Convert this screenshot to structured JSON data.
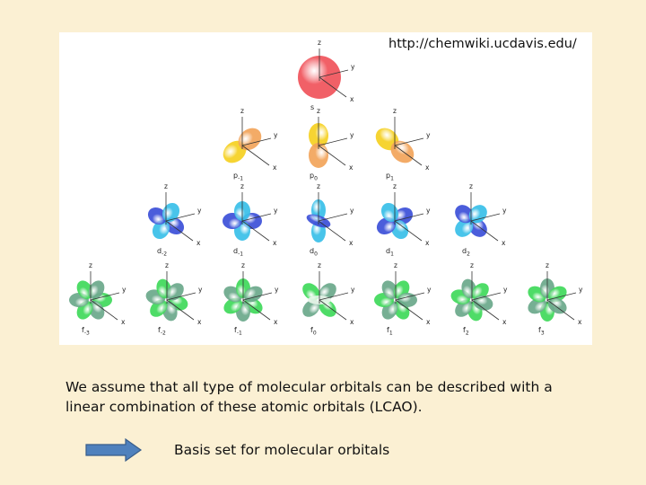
{
  "source_url": "http://chemwiki.ucdavis.edu/",
  "caption": "We assume that all type of molecular orbitals can be described with a linear combination of these atomic orbitals (LCAO).",
  "basis_label": "Basis set for molecular orbitals",
  "axis_labels": {
    "x": "x",
    "y": "y",
    "z": "z"
  },
  "orbital_rows": [
    {
      "shell": "s",
      "color": "#f0525a",
      "orbitals": [
        {
          "base": "s",
          "sub": ""
        }
      ]
    },
    {
      "shell": "p",
      "color": "#f5d020",
      "color2": "#f2a45a",
      "orbitals": [
        {
          "base": "p",
          "sub": "-1"
        },
        {
          "base": "p",
          "sub": "0"
        },
        {
          "base": "p",
          "sub": "1"
        }
      ]
    },
    {
      "shell": "d",
      "color": "#3b4fd8",
      "color2": "#38bfe8",
      "orbitals": [
        {
          "base": "d",
          "sub": "-2"
        },
        {
          "base": "d",
          "sub": "-1"
        },
        {
          "base": "d",
          "sub": "0"
        },
        {
          "base": "d",
          "sub": "1"
        },
        {
          "base": "d",
          "sub": "2"
        }
      ]
    },
    {
      "shell": "f",
      "color": "#3fd95a",
      "color2": "#6aa88a",
      "orbitals": [
        {
          "base": "f",
          "sub": "-3"
        },
        {
          "base": "f",
          "sub": "-2"
        },
        {
          "base": "f",
          "sub": "-1"
        },
        {
          "base": "f",
          "sub": "0"
        },
        {
          "base": "f",
          "sub": "1"
        },
        {
          "base": "f",
          "sub": "2"
        },
        {
          "base": "f",
          "sub": "3"
        }
      ]
    }
  ],
  "arrow_color": "#4f81bd"
}
